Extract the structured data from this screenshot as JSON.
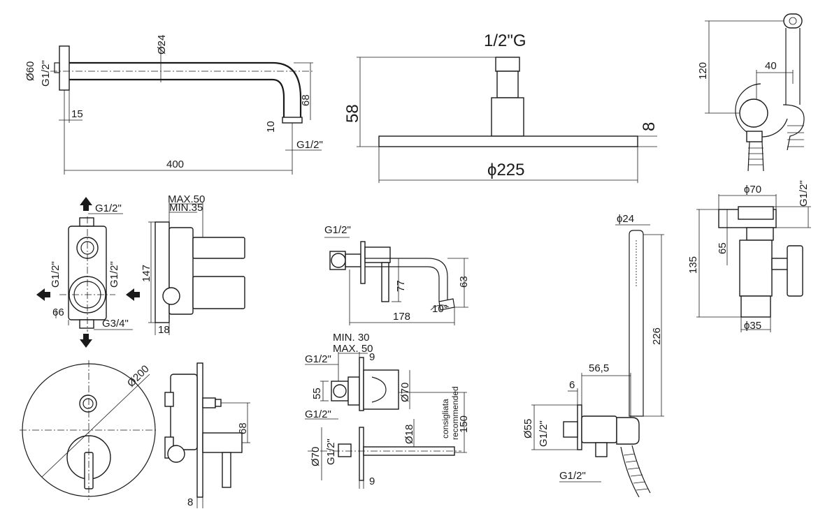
{
  "arm": {
    "d24": "Ø24",
    "d60": "Ø60",
    "g12_left": "G1/2\"",
    "dim15": "15",
    "dim68": "68",
    "dim10": "10",
    "g12_tip": "G1/2\"",
    "dim400": "400"
  },
  "head": {
    "g12": "1/2\"G",
    "dim58": "58",
    "dim8": "8",
    "d225": "ϕ225"
  },
  "holder": {
    "dim120": "120",
    "dim40": "40"
  },
  "valve": {
    "g12_top": "G1/2\"",
    "g12_left": "G1/2\"",
    "g12_right": "G1/2\"",
    "dim66": "66",
    "g34": "G3/4\""
  },
  "box": {
    "max50": "MAX.50",
    "min35": "MIN.35",
    "dim147": "147",
    "dim18": "18"
  },
  "plate": {
    "d200": "Ø200",
    "dim68": "68",
    "dim8": "8"
  },
  "spout": {
    "g12": "G1/2\"",
    "dim77": "77",
    "dim63": "63",
    "dim178": "178",
    "angle10": "10°"
  },
  "mixer": {
    "min30": "MIN. 30",
    "max50": "MAX. 50",
    "dim9_top": "9",
    "g12_top": "G1/2\"",
    "dim55": "55",
    "d70": "Ø70",
    "g12_bot": "G1/2\"",
    "consigliata": "consigliata",
    "recommended": "recommended",
    "dim150": "150",
    "d18": "Ø18",
    "d70_low": "Ø70",
    "g12_low": "G1/2\"",
    "dim9_bot": "9"
  },
  "hand": {
    "d24": "ϕ24",
    "dim226": "226",
    "dim56_5": "56,5",
    "dim6": "6",
    "d55": "Ø55",
    "g12_v": "G1/2\"",
    "g12_bot": "G1/2\""
  },
  "bidet": {
    "d70": "ϕ70",
    "g12": "G1/2\"",
    "dim65": "65",
    "dim135": "135",
    "d35": "ϕ35"
  }
}
